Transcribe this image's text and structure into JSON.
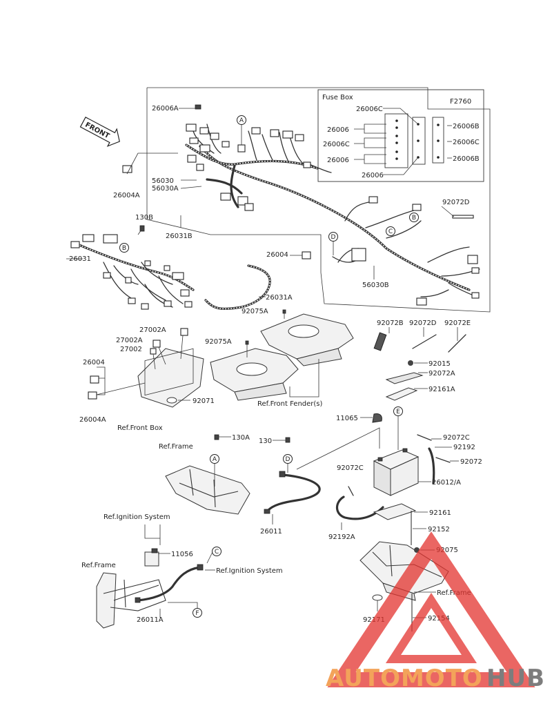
{
  "diagram": {
    "code": "F2760",
    "fuse_box": {
      "title": "Fuse Box",
      "labels": {
        "top": "26006C",
        "left1": "26006",
        "left2": "26006C",
        "left3": "26006",
        "bottom": "26006",
        "right1": "26006B",
        "right2": "26006C",
        "right3": "26006B"
      }
    },
    "callouts": {
      "A": "A",
      "B": "B",
      "C": "C",
      "D": "D",
      "E": "E",
      "F": "F"
    },
    "labels": {
      "p26006A": "26006A",
      "p26004A_top": "26004A",
      "p56030": "56030",
      "p56030A": "56030A",
      "p130B": "130B",
      "p26031B": "26031B",
      "p26031": "26031",
      "p92072D_top": "92072D",
      "p26004_mid": "26004",
      "p56030B": "56030B",
      "p26031A": "26031A",
      "p92075A_1": "92075A",
      "p92075A_2": "92075A",
      "p92072B": "92072B",
      "p92072D": "92072D",
      "p92072E": "92072E",
      "p27002A_1": "27002A",
      "p27002A_2": "27002A",
      "p27002": "27002",
      "p26004_left": "26004",
      "p26004A_left": "26004A",
      "p92071": "92071",
      "ref_front_box": "Ref.Front Box",
      "ref_front_fender": "Ref.Front Fender(s)",
      "p92015": "92015",
      "p92072A": "92072A",
      "p92161A": "92161A",
      "p11065": "11065",
      "p92072C_r": "92072C",
      "p92192": "92192",
      "p92072": "92072",
      "p130A": "130A",
      "ref_frame_1": "Ref.Frame",
      "p130": "130",
      "p92072C_l": "92072C",
      "p26012A": "26012/A",
      "p92161": "92161",
      "p92152": "92152",
      "p26011": "26011",
      "p92192A": "92192A",
      "ref_ignition_1": "Ref.Ignition System",
      "p11056": "11056",
      "ref_ignition_2": "Ref.Ignition System",
      "ref_frame_2": "Ref.Frame",
      "p92075": "92075",
      "ref_frame_3": "Ref.Frame",
      "p26011A": "26011A",
      "p92171": "92171",
      "p92154": "92154",
      "front_arrow": "FRONT"
    },
    "watermark": {
      "part1": "AUTOMOTO",
      "part2": "HUB",
      "color_orange": "#f3a35a",
      "color_gray": "#7d7d7d",
      "color_red": "#e3342f"
    }
  }
}
